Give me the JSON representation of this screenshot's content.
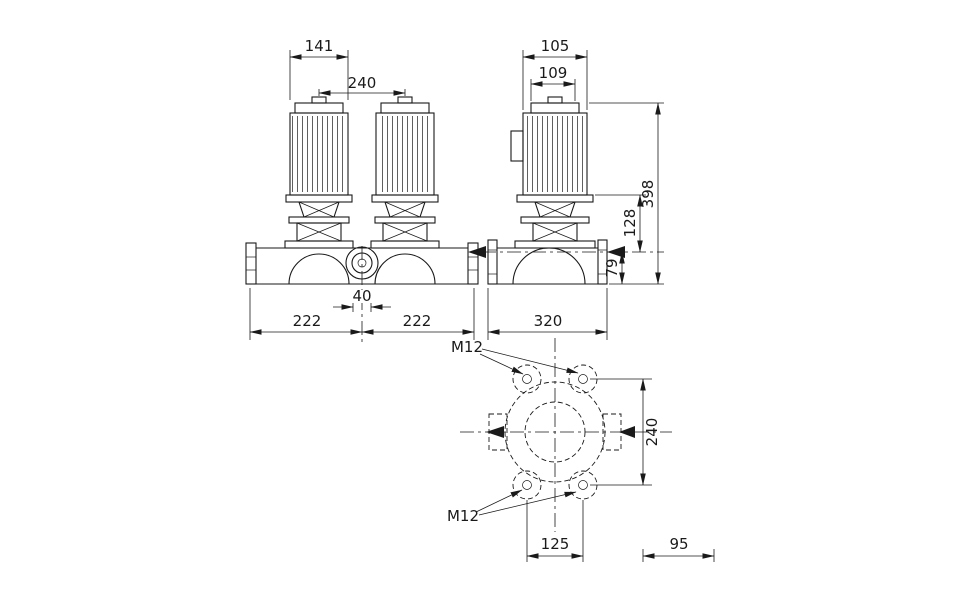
{
  "style": {
    "background": "#ffffff",
    "line_color": "#1a1a1a"
  },
  "drawing": {
    "front": {
      "motor_width": "141",
      "shaft_spacing": "240",
      "port_bore": "40",
      "span_left": "222",
      "span_right": "222"
    },
    "side": {
      "motor_depth": "105",
      "head_depth": "109",
      "overall_height": "398",
      "head_height": "128",
      "port_height": "79",
      "port_to_port": "320"
    },
    "plan": {
      "bolt_size_top": "M12",
      "bolt_size_bottom": "M12",
      "bolt_spacing_vertical": "240",
      "bolt_spacing_horizontal": "125",
      "edge_offset": "95"
    }
  }
}
